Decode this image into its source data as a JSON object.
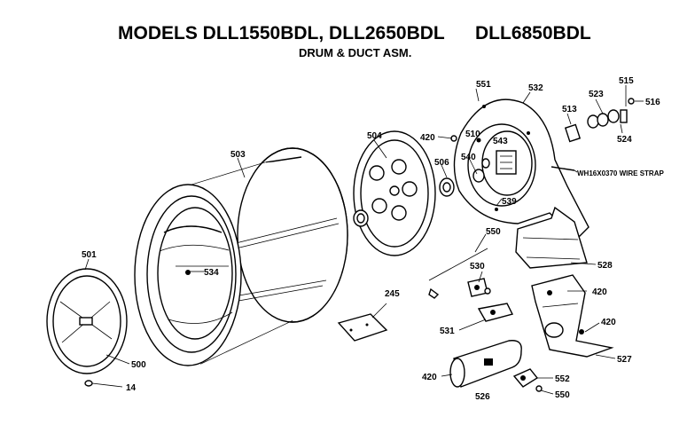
{
  "header": {
    "models_a": "MODELS DLL1550BDL, DLL2650BDL",
    "models_b": "DLL6850BDL",
    "subtitle": "DRUM & DUCT ASM."
  },
  "callouts": {
    "p551": "551",
    "p532": "532",
    "p523": "523",
    "p515": "515",
    "p516": "516",
    "p513": "513",
    "p524": "524",
    "p420a": "420",
    "p510": "510",
    "p543": "543",
    "p504": "504",
    "p506": "506",
    "p540": "540",
    "p539": "539",
    "p503": "503",
    "strap": "WH16X0370 WIRE STRAP",
    "p550a": "550",
    "p528a": "528",
    "p501": "501",
    "p534": "534",
    "p530": "530",
    "p420b": "420",
    "p245": "245",
    "p531": "531",
    "p420c": "420",
    "p500": "500",
    "p527": "527",
    "p14": "14",
    "p420d": "420",
    "p552": "552",
    "p526": "526",
    "p550b": "550"
  }
}
